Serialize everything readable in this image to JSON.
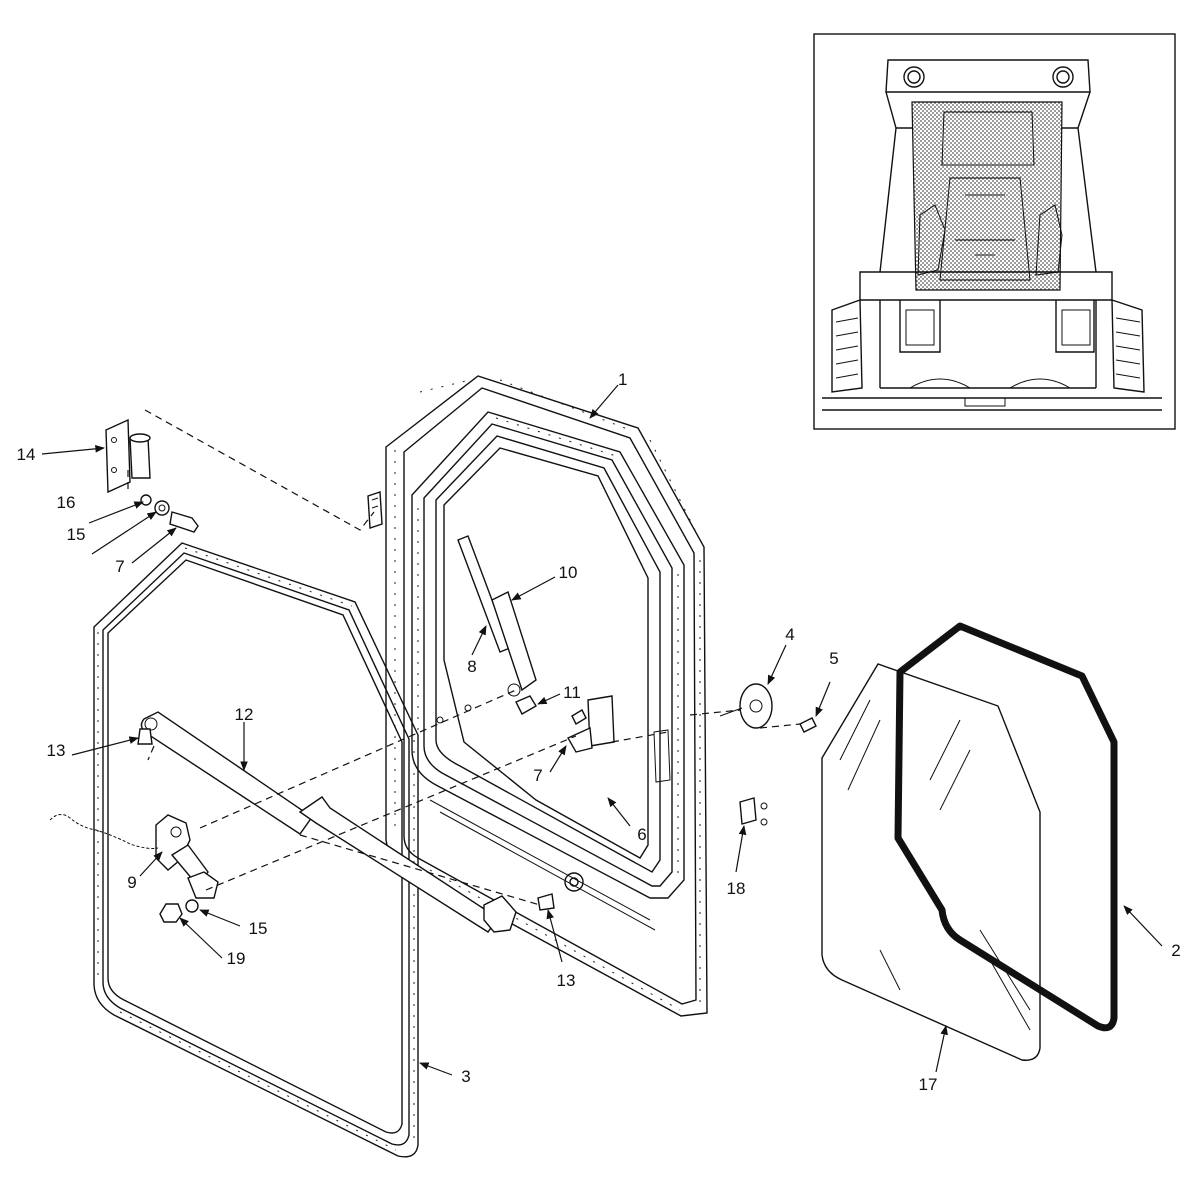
{
  "callouts": {
    "c1": "1",
    "c2": "2",
    "c3": "3",
    "c4": "4",
    "c5": "5",
    "c6": "6",
    "c7a": "7",
    "c7b": "7",
    "c8": "8",
    "c9": "9",
    "c10": "10",
    "c11": "11",
    "c12": "12",
    "c13a": "13",
    "c13b": "13",
    "c14": "14",
    "c15a": "15",
    "c15b": "15",
    "c16": "16",
    "c17": "17",
    "c18": "18",
    "c19": "19"
  },
  "colors": {
    "line": "#111111",
    "background": "#ffffff",
    "shade": "#bdbdbd"
  }
}
